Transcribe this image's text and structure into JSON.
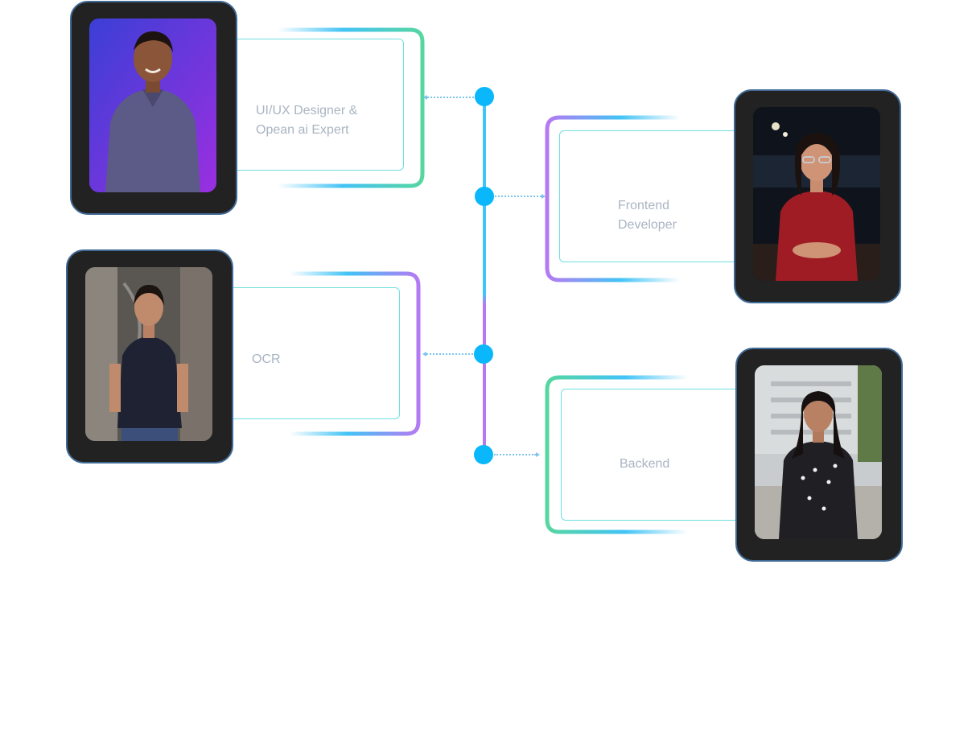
{
  "team": [
    {
      "role": "UI/UX Designer &\nOpean ai Expert",
      "photo_desc": "avatar",
      "accent": "#56d6a0"
    },
    {
      "role": "Frontend\nDeveloper",
      "photo_desc": "avatar",
      "accent": "#b57af3"
    },
    {
      "role": "OCR",
      "photo_desc": "avatar",
      "accent": "#b57af3"
    },
    {
      "role": "Backend",
      "photo_desc": "avatar",
      "accent": "#56d6a0"
    }
  ],
  "colors": {
    "node": "#0ab7fb",
    "line_top": "#3fc6f8",
    "line_bottom": "#b57af3",
    "card_bg": "#222222",
    "card_border": "#3f6a96",
    "box_border": "#6fe0e0",
    "text": "#a9b4c2"
  }
}
